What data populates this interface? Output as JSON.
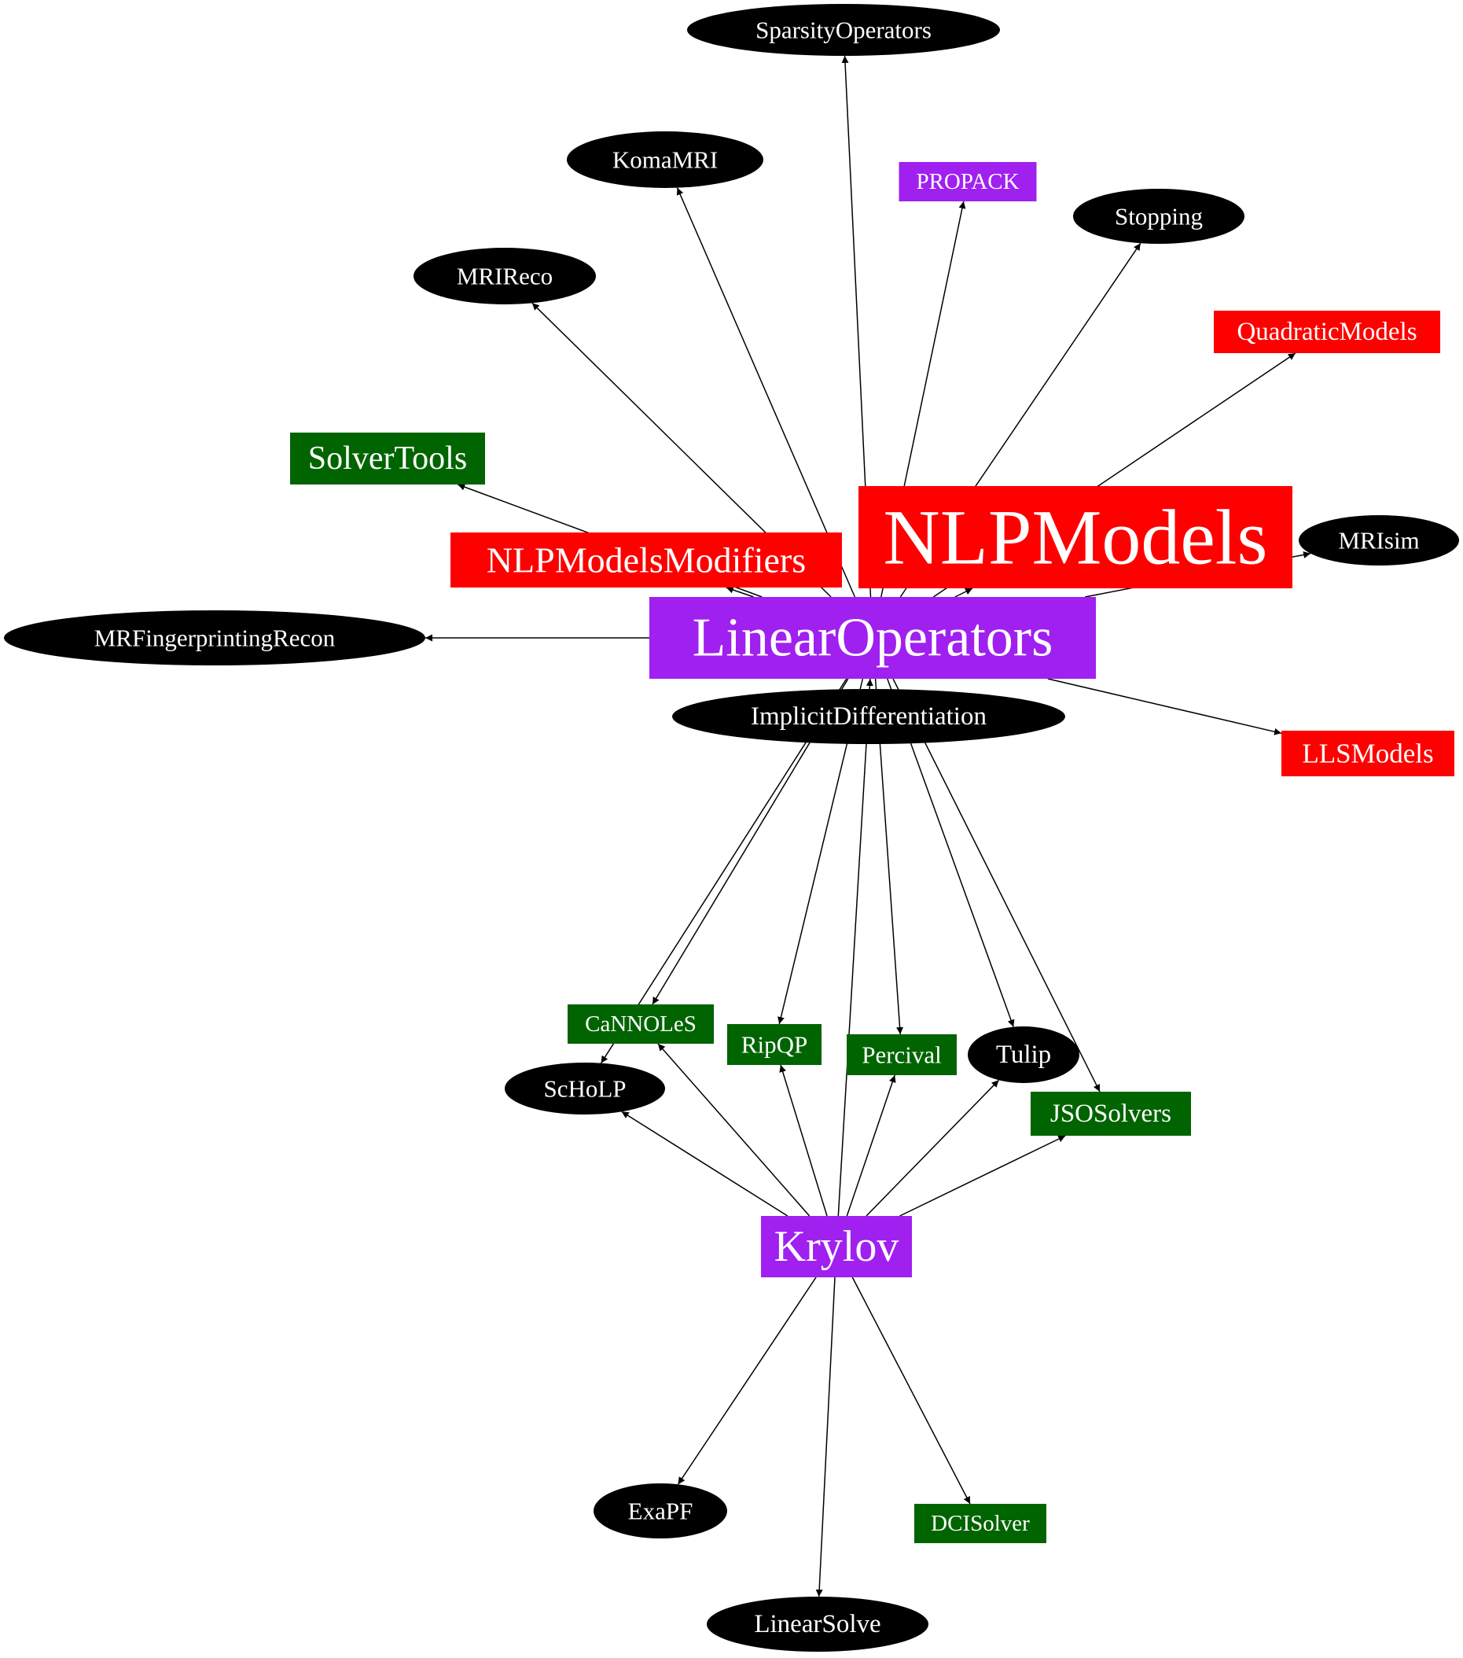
{
  "colors": {
    "black": "#000000",
    "purple": "#a020f0",
    "red": "#ff0000",
    "green": "#006400",
    "label": "#ffffff"
  },
  "nodes": [
    {
      "id": "sparsityoperators",
      "label": "SparsityOperators",
      "shape": "ellipse",
      "color": "black"
    },
    {
      "id": "komamri",
      "label": "KomaMRI",
      "shape": "ellipse",
      "color": "black"
    },
    {
      "id": "propack",
      "label": "PROPACK",
      "shape": "box",
      "color": "purple"
    },
    {
      "id": "stopping",
      "label": "Stopping",
      "shape": "ellipse",
      "color": "black"
    },
    {
      "id": "mrireco",
      "label": "MRIReco",
      "shape": "ellipse",
      "color": "black"
    },
    {
      "id": "quadraticmodels",
      "label": "QuadraticModels",
      "shape": "box",
      "color": "red"
    },
    {
      "id": "solvertools",
      "label": "SolverTools",
      "shape": "box",
      "color": "green"
    },
    {
      "id": "nlpmodels",
      "label": "NLPModels",
      "shape": "box",
      "color": "red"
    },
    {
      "id": "mrisim",
      "label": "MRIsim",
      "shape": "ellipse",
      "color": "black"
    },
    {
      "id": "nlpmodelsmodifiers",
      "label": "NLPModelsModifiers",
      "shape": "box",
      "color": "red"
    },
    {
      "id": "mrfingerprintingrecon",
      "label": "MRFingerprintingRecon",
      "shape": "ellipse",
      "color": "black"
    },
    {
      "id": "linearoperators",
      "label": "LinearOperators",
      "shape": "box",
      "color": "purple"
    },
    {
      "id": "implicitdifferentiation",
      "label": "ImplicitDifferentiation",
      "shape": "ellipse",
      "color": "black"
    },
    {
      "id": "llsmodels",
      "label": "LLSModels",
      "shape": "box",
      "color": "red"
    },
    {
      "id": "cannoles",
      "label": "CaNNOLeS",
      "shape": "box",
      "color": "green"
    },
    {
      "id": "ripqp",
      "label": "RipQP",
      "shape": "box",
      "color": "green"
    },
    {
      "id": "percival",
      "label": "Percival",
      "shape": "box",
      "color": "green"
    },
    {
      "id": "tulip",
      "label": "Tulip",
      "shape": "ellipse",
      "color": "black"
    },
    {
      "id": "scholp",
      "label": "ScHoLP",
      "shape": "ellipse",
      "color": "black"
    },
    {
      "id": "jsosolvers",
      "label": "JSOSolvers",
      "shape": "box",
      "color": "green"
    },
    {
      "id": "krylov",
      "label": "Krylov",
      "shape": "box",
      "color": "purple"
    },
    {
      "id": "exapf",
      "label": "ExaPF",
      "shape": "ellipse",
      "color": "black"
    },
    {
      "id": "dcisolver",
      "label": "DCISolver",
      "shape": "box",
      "color": "green"
    },
    {
      "id": "linearsolve",
      "label": "LinearSolve",
      "shape": "ellipse",
      "color": "black"
    }
  ],
  "edges": [
    [
      "linearoperators",
      "sparsityoperators"
    ],
    [
      "linearoperators",
      "komamri"
    ],
    [
      "linearoperators",
      "propack"
    ],
    [
      "linearoperators",
      "stopping"
    ],
    [
      "linearoperators",
      "mrireco"
    ],
    [
      "linearoperators",
      "quadraticmodels"
    ],
    [
      "linearoperators",
      "solvertools"
    ],
    [
      "linearoperators",
      "nlpmodels"
    ],
    [
      "linearoperators",
      "mrisim"
    ],
    [
      "linearoperators",
      "nlpmodelsmodifiers"
    ],
    [
      "linearoperators",
      "mrfingerprintingrecon"
    ],
    [
      "linearoperators",
      "llsmodels"
    ],
    [
      "linearoperators",
      "cannoles"
    ],
    [
      "linearoperators",
      "scholp"
    ],
    [
      "linearoperators",
      "ripqp"
    ],
    [
      "linearoperators",
      "percival"
    ],
    [
      "linearoperators",
      "tulip"
    ],
    [
      "linearoperators",
      "jsosolvers"
    ],
    [
      "krylov",
      "linearoperators"
    ],
    [
      "krylov",
      "cannoles"
    ],
    [
      "krylov",
      "ripqp"
    ],
    [
      "krylov",
      "percival"
    ],
    [
      "krylov",
      "tulip"
    ],
    [
      "krylov",
      "scholp"
    ],
    [
      "krylov",
      "jsosolvers"
    ],
    [
      "krylov",
      "exapf"
    ],
    [
      "krylov",
      "dcisolver"
    ],
    [
      "krylov",
      "linearsolve"
    ]
  ]
}
